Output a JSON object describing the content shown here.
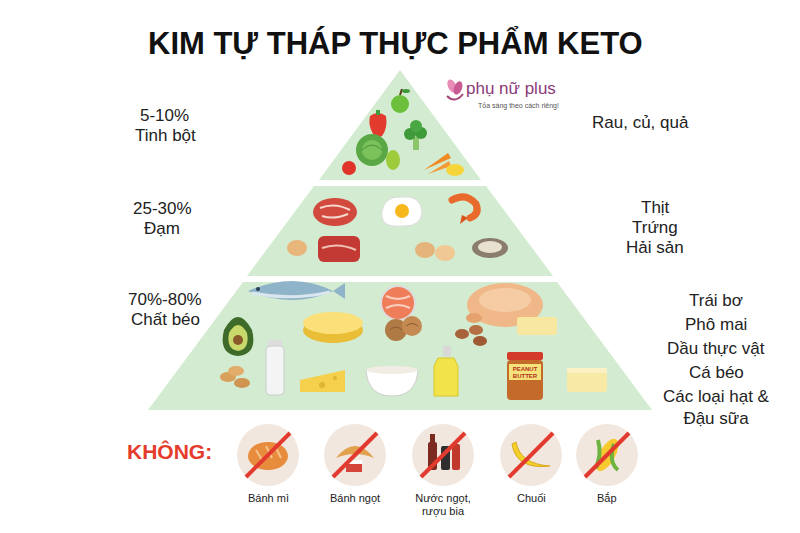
{
  "diagram": {
    "title": "KIM TỰ THÁP THỰC PHẨM KETO",
    "labels": [
      "phụ nữ plus",
      "Tỏa sáng theo cách riêng!",
      "5-10%",
      "Tinh bột",
      "Rau, củ, quả",
      "25-30%",
      "Đạm",
      "Thịt",
      "Trứng",
      "Hải sản",
      "70%-80%",
      "Chất béo",
      "Trái bơ",
      "Phô mai",
      "Dầu thực vật",
      "Cá béo",
      "Các loại hạt & Đậu sữa",
      "PEANUT BUTTER",
      "KHÔNG:",
      "Bánh mì",
      "Bánh ngọt",
      "Nước ngọt, rượu bia",
      "Chuối",
      "Bắp"
    ]
  }
}
